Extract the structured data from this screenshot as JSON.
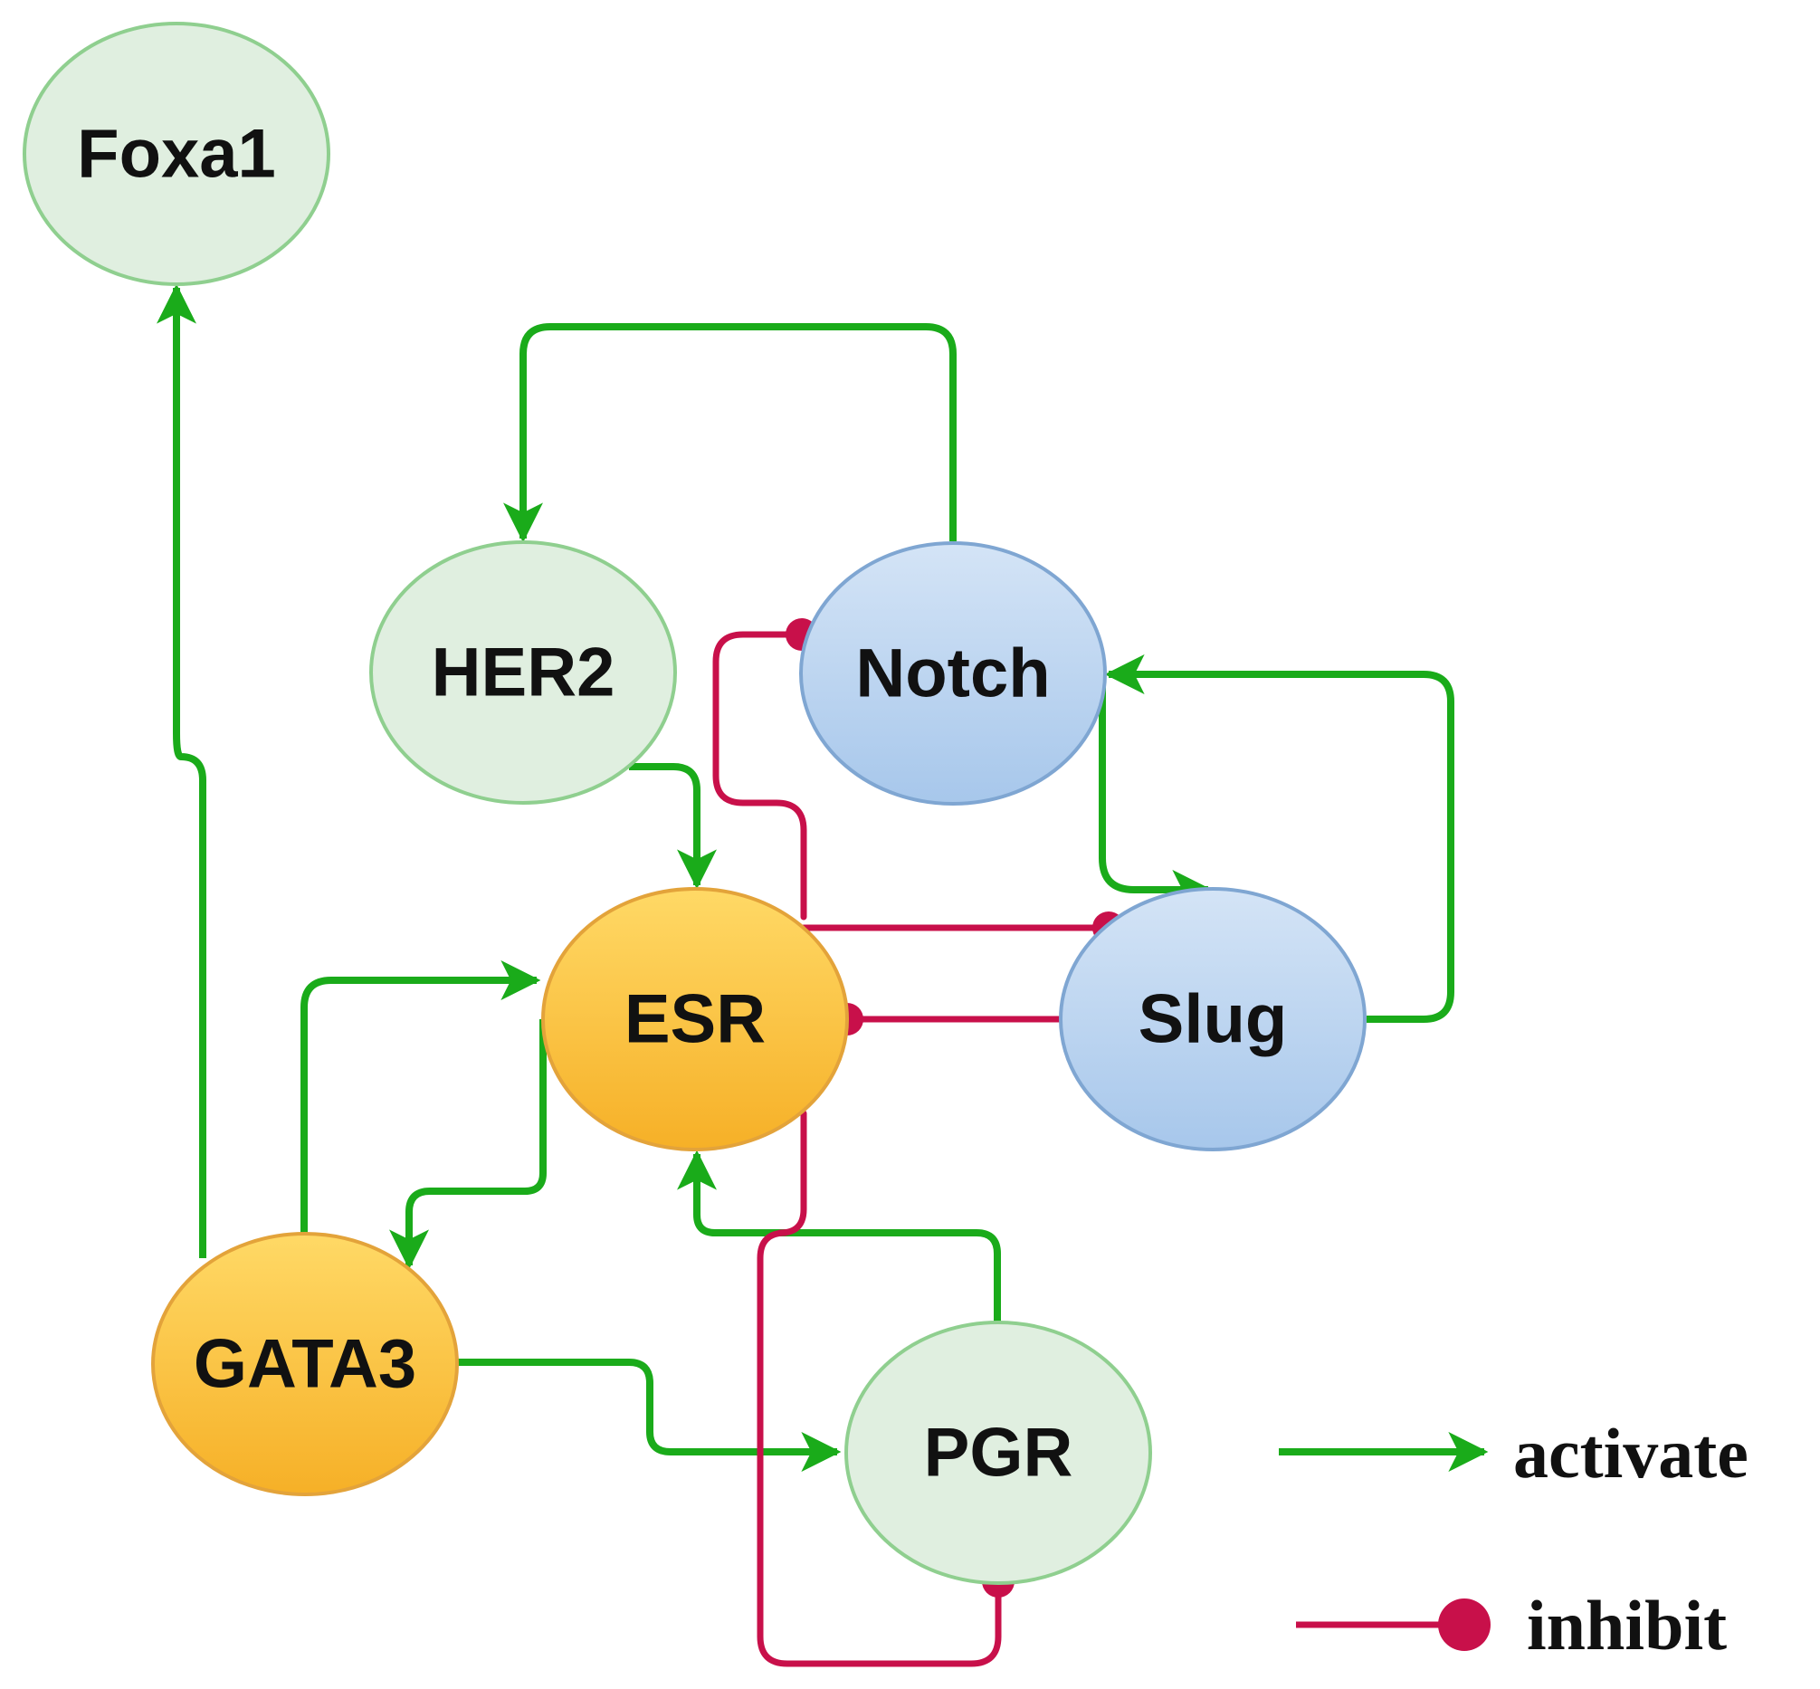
{
  "colors": {
    "activate": "#1aab1a",
    "inhibit": "#c8104a",
    "green_fill": "#e0efe0",
    "green_stroke": "#8fcf8f",
    "blue_fill_top": "#d4e4f6",
    "blue_fill_bottom": "#a7c7eb",
    "blue_stroke": "#7fa6d2",
    "orange_fill_top": "#ffd966",
    "orange_fill_bottom": "#f6b027",
    "orange_stroke": "#e3a33a"
  },
  "nodes": {
    "foxa1": {
      "label": "Foxa1"
    },
    "her2": {
      "label": "HER2"
    },
    "notch": {
      "label": "Notch"
    },
    "esr": {
      "label": "ESR"
    },
    "slug": {
      "label": "Slug"
    },
    "gata3": {
      "label": "GATA3"
    },
    "pgr": {
      "label": "PGR"
    }
  },
  "edges": [
    {
      "from": "GATA3",
      "to": "Foxa1",
      "type": "activate"
    },
    {
      "from": "Notch",
      "to": "HER2",
      "type": "activate"
    },
    {
      "from": "HER2",
      "to": "ESR",
      "type": "activate"
    },
    {
      "from": "GATA3",
      "to": "ESR",
      "type": "activate"
    },
    {
      "from": "ESR",
      "to": "GATA3",
      "type": "activate"
    },
    {
      "from": "GATA3",
      "to": "PGR",
      "type": "activate"
    },
    {
      "from": "PGR",
      "to": "ESR",
      "type": "activate"
    },
    {
      "from": "Notch",
      "to": "Slug",
      "type": "activate"
    },
    {
      "from": "Slug",
      "to": "Notch",
      "type": "activate"
    },
    {
      "from": "Slug",
      "to": "ESR",
      "type": "inhibit"
    },
    {
      "from": "ESR",
      "to": "Notch",
      "type": "inhibit"
    },
    {
      "from": "ESR",
      "to": "Slug",
      "type": "inhibit"
    },
    {
      "from": "ESR",
      "to": "PGR",
      "type": "inhibit"
    }
  ],
  "legend": {
    "activate_label": "activate",
    "inhibit_label": "inhibit"
  }
}
